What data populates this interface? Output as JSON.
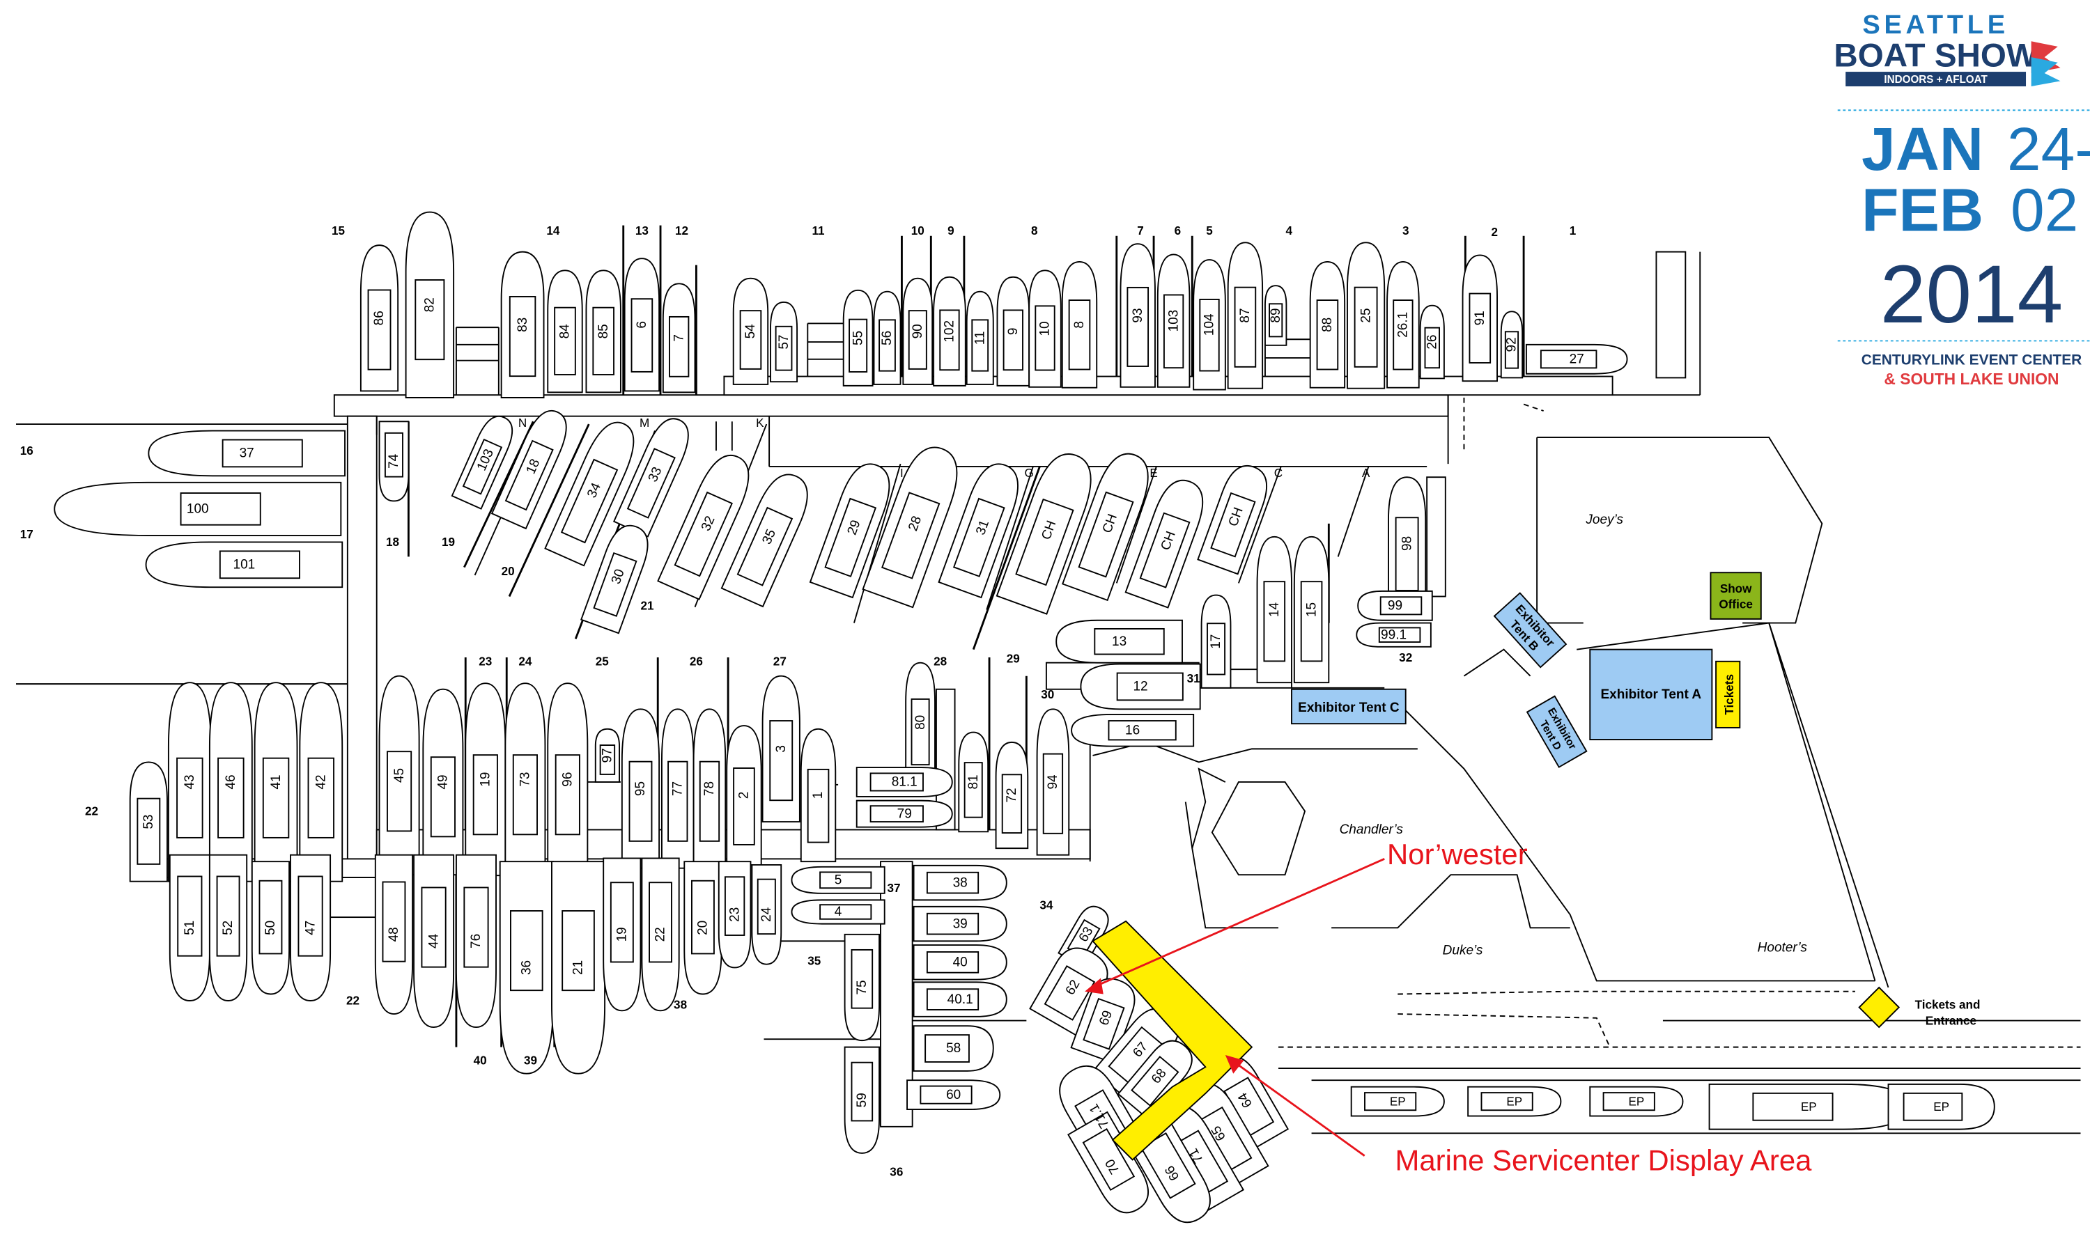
{
  "logo": {
    "line1": "SEATTLE",
    "line2": "BOAT SHOW",
    "tagline": "INDOORS + AFLOAT",
    "month_start": "JAN",
    "day_start": "24-",
    "month_end": "FEB",
    "day_end": "02",
    "year": "2014",
    "venue1": "CENTURYLINK EVENT CENTER",
    "venue2": "& SOUTH LAKE UNION",
    "colors": {
      "blue": "#1b75bb",
      "dark": "#1d3e6e",
      "red": "#e03a3e",
      "cyan": "#2aa9e0"
    }
  },
  "colors": {
    "highlight": "#ffee00",
    "tent": "#9ecbf3",
    "office": "#8bb51a",
    "tickets": "#ffee00",
    "callout": "#e8141c"
  },
  "places": {
    "joeys": "Joey’s",
    "chandlers": "Chandler’s",
    "dukes": "Duke’s",
    "hooters": "Hooter’s"
  },
  "facilities": {
    "show_office": [
      "Show",
      "Office"
    ],
    "tickets": "Tickets",
    "tickets_entrance": [
      "Tickets and",
      "Entrance"
    ],
    "tent_a": "Exhibitor Tent A",
    "tent_b": [
      "Exhibitor",
      "Tent B"
    ],
    "tent_c": "Exhibitor Tent C",
    "tent_d": [
      "Exhibitor",
      "Tent D"
    ]
  },
  "callouts": {
    "norwester": "Nor’wester",
    "marine": "Marine Servicenter Display Area"
  },
  "docks": {
    "top_row": [
      "15",
      "14",
      "13",
      "12",
      "11",
      "10",
      "9",
      "8",
      "7",
      "6",
      "5",
      "4",
      "3",
      "2",
      "1"
    ],
    "west": [
      "16",
      "17",
      "18",
      "19",
      "20",
      "21",
      "22",
      "22"
    ],
    "middle": [
      "23",
      "24",
      "25",
      "26",
      "27",
      "28",
      "29",
      "30",
      "31",
      "32"
    ],
    "south": [
      "34",
      "35",
      "36",
      "37",
      "38",
      "39",
      "40"
    ],
    "letters": [
      "N",
      "M",
      "K",
      "I",
      "G",
      "E",
      "C",
      "A"
    ]
  },
  "boats": {
    "top_row": [
      "86",
      "82",
      "83",
      "84",
      "85",
      "6",
      "7",
      "54",
      "57",
      "55",
      "56",
      "90",
      "102",
      "11",
      "9",
      "10",
      "8",
      "93",
      "103",
      "104",
      "87",
      "89",
      "88",
      "25",
      "26.1",
      "26",
      "91",
      "92",
      "27"
    ],
    "west": [
      "37",
      "100",
      "101",
      "74"
    ],
    "angled": [
      "103",
      "18",
      "34",
      "33",
      "30",
      "32",
      "35",
      "29",
      "28",
      "31",
      "CH",
      "CH",
      "CH",
      "CH",
      "98",
      "99",
      "99.1",
      "13",
      "17",
      "14",
      "15",
      "12",
      "16"
    ],
    "middle_row": [
      "53",
      "43",
      "46",
      "41",
      "42",
      "45",
      "49",
      "19",
      "73",
      "96",
      "97",
      "95",
      "77",
      "78",
      "2",
      "3",
      "1",
      "80",
      "81.1",
      "79",
      "81",
      "72",
      "94"
    ],
    "south_row": [
      "51",
      "52",
      "50",
      "47",
      "48",
      "44",
      "76",
      "36",
      "21",
      "19",
      "22",
      "20",
      "23",
      "24",
      "5",
      "4",
      "38",
      "39",
      "40",
      "40.1",
      "75",
      "58",
      "60",
      "59",
      "63",
      "62",
      "69",
      "67",
      "68",
      "71.1",
      "64",
      "65",
      "71",
      "70",
      "66"
    ],
    "ep": [
      "EP",
      "EP",
      "EP",
      "EP",
      "EP"
    ]
  }
}
